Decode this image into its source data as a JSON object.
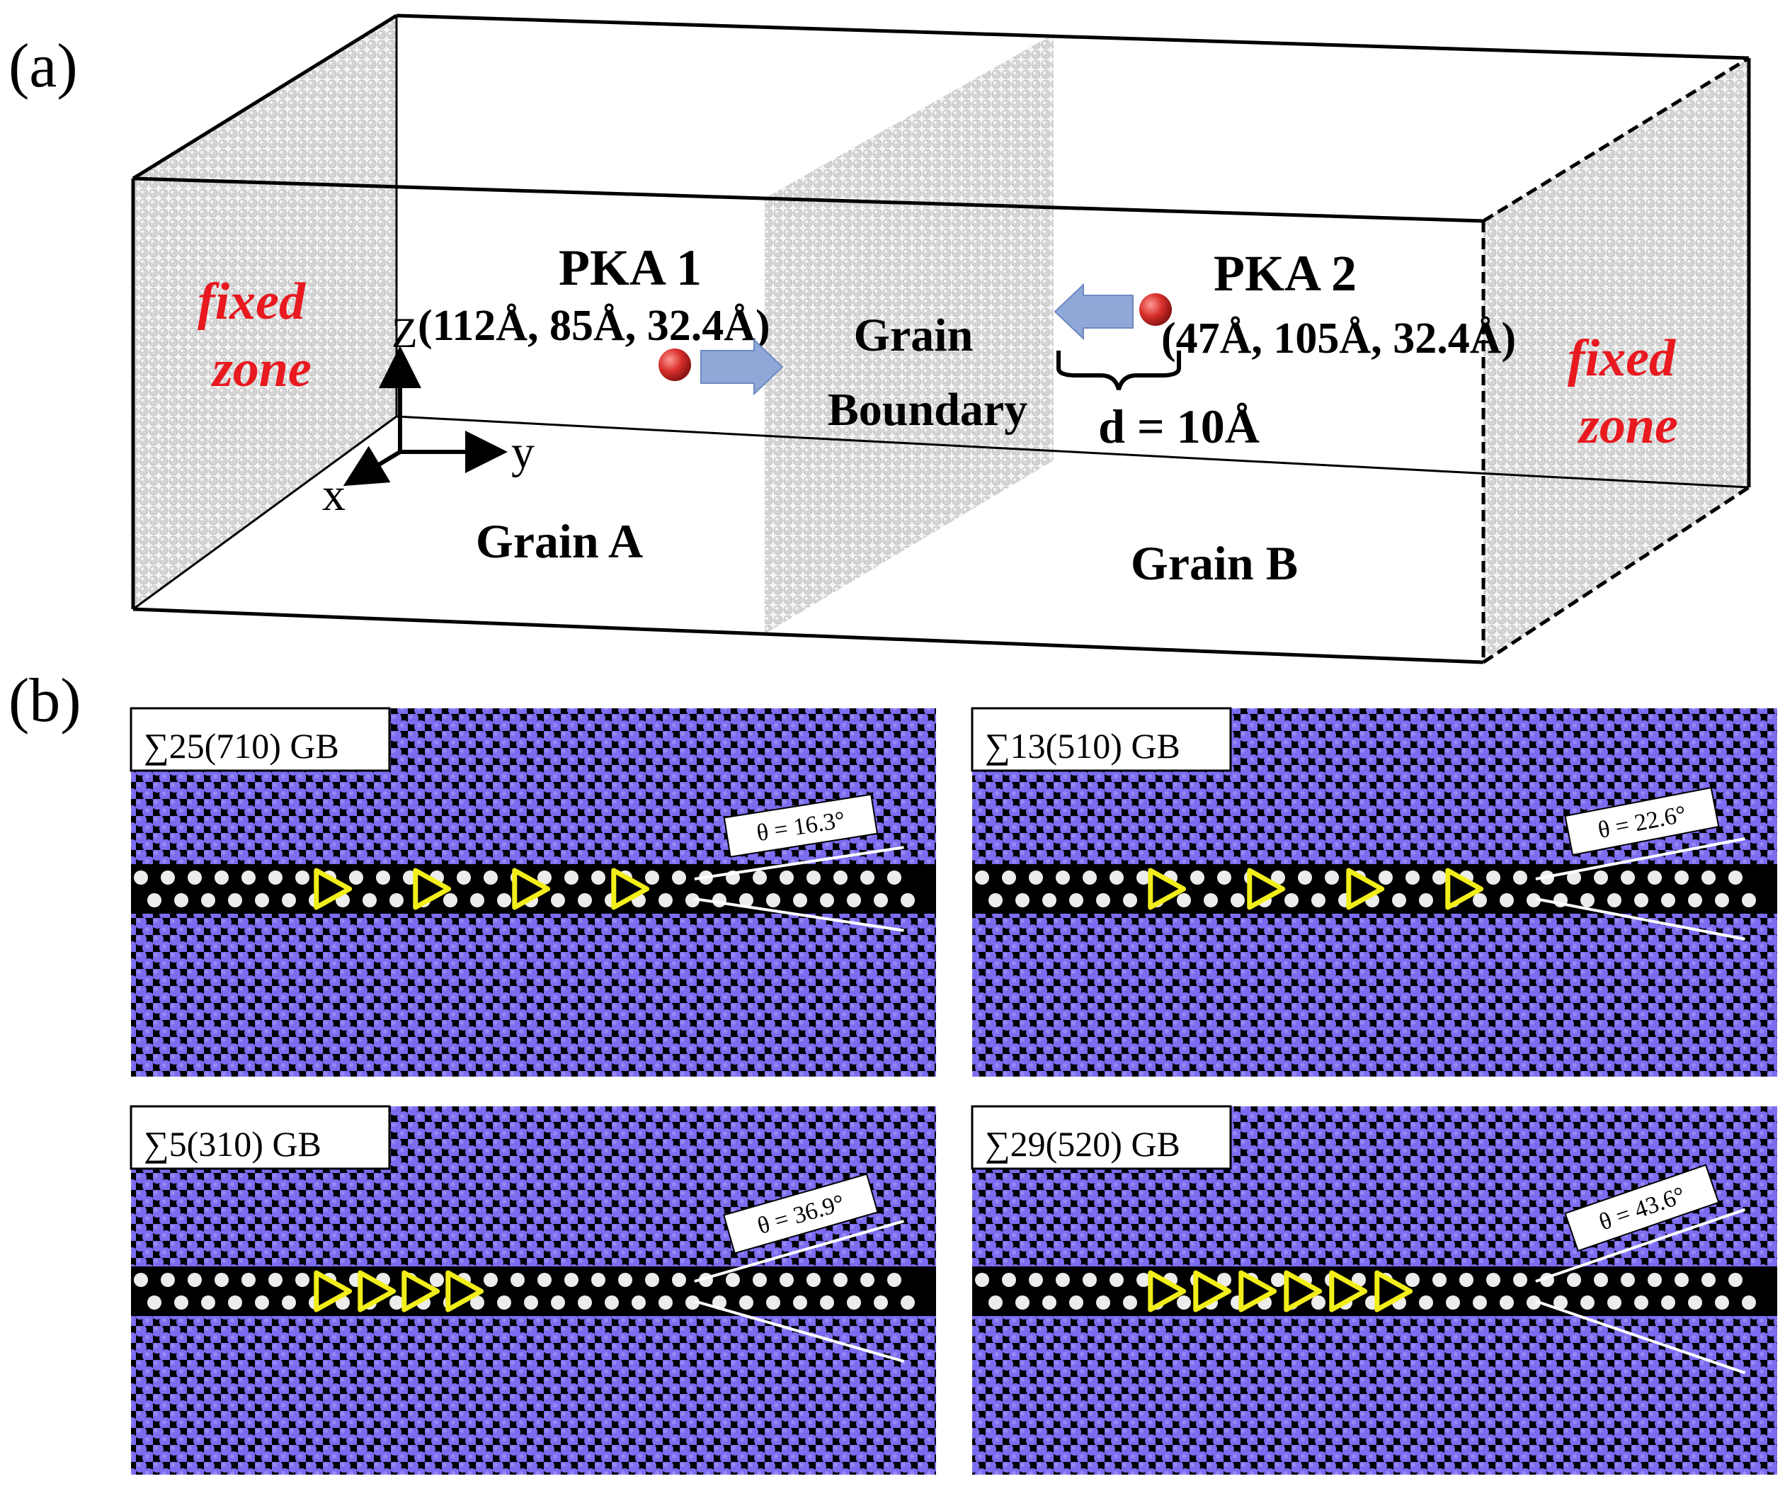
{
  "panel_a": {
    "label": "(a)",
    "left_fixed": "fixed zone",
    "left_fixed_line1": "fixed",
    "left_fixed_line2": "zone",
    "right_fixed_line1": "fixed",
    "right_fixed_line2": "zone",
    "pka1_title": "PKA 1",
    "pka1_coords": "(112Å, 85Å, 32.4Å)",
    "pka2_title": "PKA 2",
    "pka2_coords": "(47Å, 105Å, 32.4Å)",
    "gb_line1": "Grain",
    "gb_line2": "Boundary",
    "distance": "d = 10Å",
    "grain_a": "Grain A",
    "grain_b": "Grain B",
    "axis_z": "Z",
    "axis_y": "y",
    "axis_x": "x",
    "colors": {
      "fixed_zone_text": "#e8191f",
      "pka_atom": "#d9302c",
      "arrow": "#8fa8d8",
      "atom_grey": "#d8d8d8"
    }
  },
  "panel_b": {
    "label": "(b)",
    "panels": [
      {
        "title": "∑25(710) GB",
        "angle": "θ = 16.3°"
      },
      {
        "title": "∑13(510) GB",
        "angle": "θ = 22.6°"
      },
      {
        "title": "∑5(310) GB",
        "angle": "θ = 36.9°"
      },
      {
        "title": "∑29(520) GB",
        "angle": "θ = 43.6°"
      }
    ],
    "colors": {
      "atom_blue": "#7b6cf0",
      "background": "#000000",
      "gb_atom": "#ececec",
      "highlight": "#f2ee1a"
    }
  }
}
